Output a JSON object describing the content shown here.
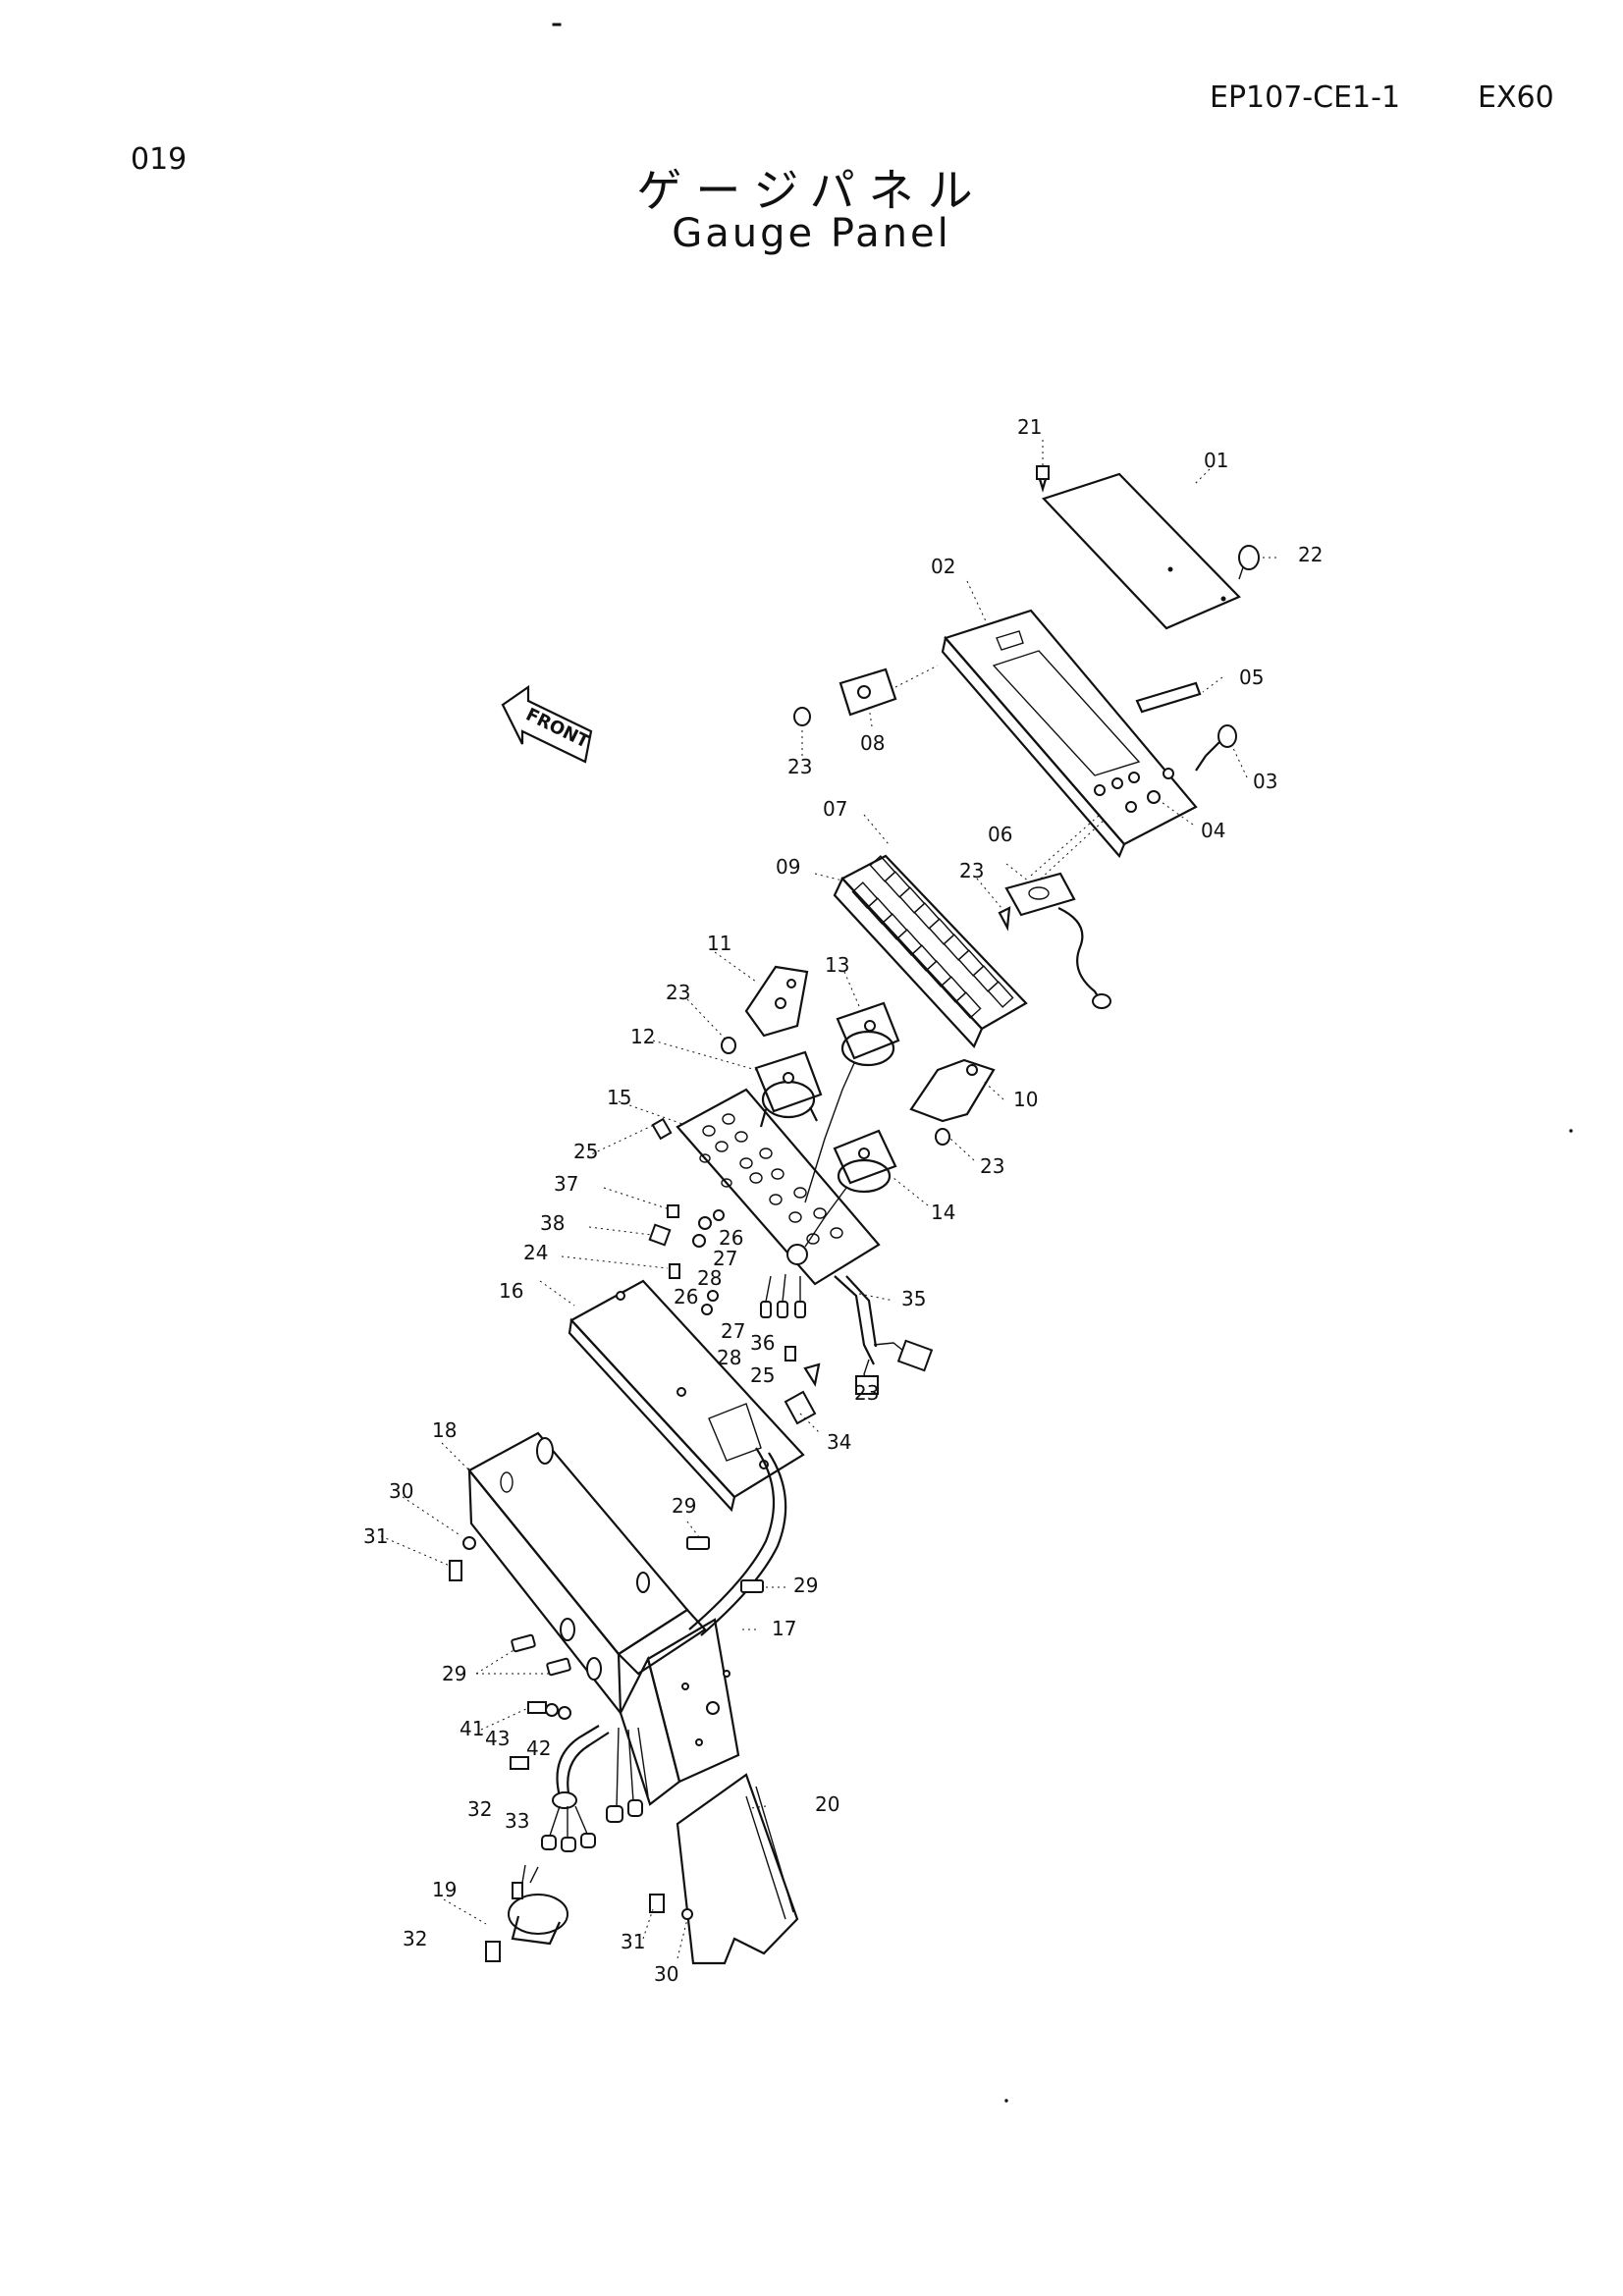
{
  "header": {
    "page_number": "019",
    "doc_code": "EP107-CE1-1",
    "model": "EX60"
  },
  "title": {
    "japanese": "ゲージパネル",
    "english": "Gauge Panel"
  },
  "front_arrow_label": "FRONT",
  "callouts": [
    "21",
    "01",
    "22",
    "02",
    "05",
    "08",
    "23",
    "03",
    "04",
    "07",
    "06",
    "09",
    "23",
    "11",
    "13",
    "23",
    "12",
    "10",
    "15",
    "25",
    "23",
    "37",
    "14",
    "38",
    "26",
    "27",
    "24",
    "28",
    "26",
    "35",
    "16",
    "27",
    "36",
    "28",
    "25",
    "23",
    "34",
    "18",
    "29",
    "30",
    "31",
    "29",
    "17",
    "29",
    "41",
    "43",
    "42",
    "32",
    "33",
    "20",
    "19",
    "31",
    "32",
    "30"
  ]
}
